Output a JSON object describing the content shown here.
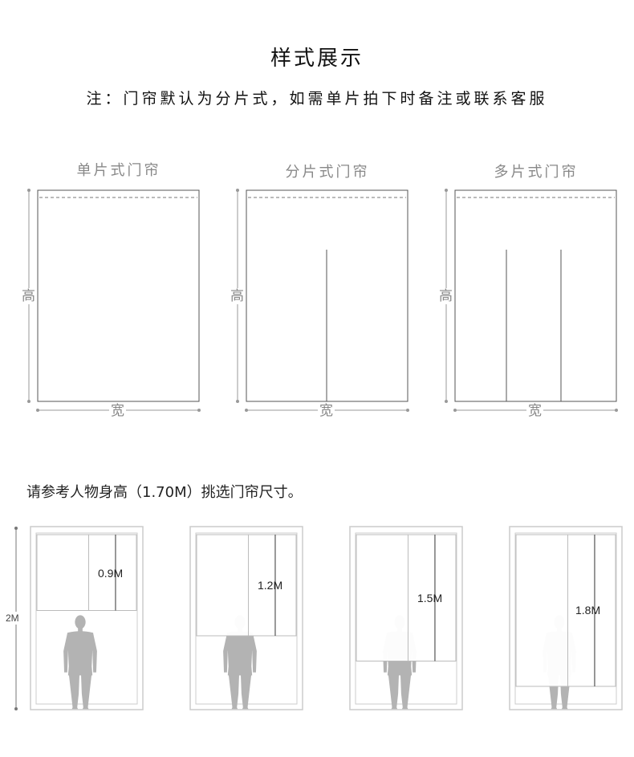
{
  "header": {
    "title": "样式展示",
    "note": "注：门帘默认为分片式，如需单片拍下时备注或联系客服"
  },
  "styles": [
    {
      "label": "单片式门帘",
      "panels": 1
    },
    {
      "label": "分片式门帘",
      "panels": 2
    },
    {
      "label": "多片式门帘",
      "panels": 3
    }
  ],
  "dimensions": {
    "height_label": "高",
    "width_label": "宽"
  },
  "reference": {
    "text": "请参考人物身高（1.70M）挑选门帘尺寸。",
    "door_height_label": "2M",
    "options": [
      {
        "label": "0.9M",
        "length_m": 0.9
      },
      {
        "label": "1.2M",
        "length_m": 1.2
      },
      {
        "label": "1.5M",
        "length_m": 1.5
      },
      {
        "label": "1.8M",
        "length_m": 1.8
      }
    ]
  },
  "colors": {
    "line": "#555555",
    "dim_line": "#999999",
    "frame": "#cccccc",
    "person": "#b3b3b3"
  }
}
